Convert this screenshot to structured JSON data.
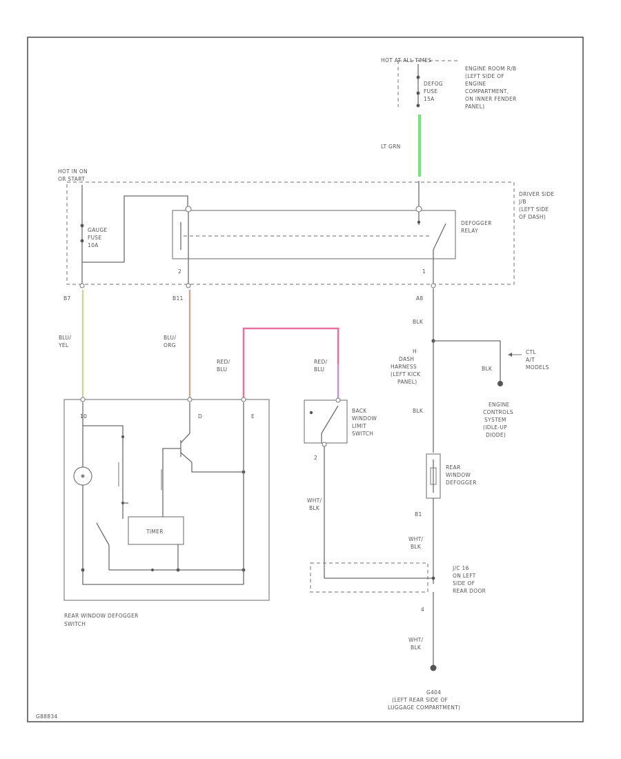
{
  "colors": {
    "lt_grn": "#6fe86f",
    "blu_yel": "#c8d890",
    "blu_org": "#c8aa98",
    "red_blu": "#e8709a",
    "red_blu_2": "#c890d8",
    "wire": "#6b6b6b"
  },
  "labels": {
    "hot_at_all_times": "HOT AT ALL TIMES",
    "defog_fuse": [
      "DEFOG",
      "FUSE",
      "15A"
    ],
    "engine_room_box": [
      "ENGINE ROOM R/B",
      "(LEFT SIDE OF",
      "ENGINE",
      "COMPARTMENT,",
      "ON INNER FENDER",
      "PANEL)"
    ],
    "lt_grn": "LT GRN",
    "hot_in_on": [
      "HOT IN ON",
      "OR START"
    ],
    "gauge_fuse": [
      "GAUGE",
      "FUSE",
      "10A"
    ],
    "defogger_relay": [
      "DEFOGGER",
      "RELAY"
    ],
    "driver_side_jb": [
      "DRIVER SIDE",
      "J/B",
      "(LEFT SIDE",
      "OF DASH)"
    ],
    "pin_2_relay": "2",
    "pin_1_relay": "1",
    "pin_b7": "B7",
    "pin_b11": "B11",
    "pin_a8": "A8",
    "blk_1": "BLK",
    "blu_yel": [
      "BLU/",
      "YEL"
    ],
    "blu_org": [
      "BLU/",
      "ORG"
    ],
    "red_blu_left": [
      "RED/",
      "BLU"
    ],
    "red_blu_right": [
      "RED/",
      "BLU"
    ],
    "dash_harness": [
      "DASH",
      "HARNESS",
      "(LEFT KICK",
      "PANEL)"
    ],
    "at_models": [
      "CTL",
      "A/T",
      "MODELS"
    ],
    "blk_branch": "BLK",
    "engine_controls": [
      "ENGINE",
      "CONTROLS",
      "SYSTEM",
      "(IDLE-UP",
      "DIODE)"
    ],
    "blk_2": "BLK",
    "rear_window_defogger": [
      "REAR",
      "WINDOW",
      "DEFOGGER"
    ],
    "back_window_switch": [
      "BACK",
      "WINDOW",
      "LIMIT",
      "SWITCH"
    ],
    "pin_10": "10",
    "pin_d": "D",
    "pin_e": "E",
    "pin_2_switch": "2",
    "timer": "TIMER",
    "wht_blk_1": [
      "WHT/",
      "BLK"
    ],
    "pin_b1": "B1",
    "wht_blk_2": [
      "WHT/",
      "BLK"
    ],
    "jc_connector": [
      "J/C 16",
      "ON LEFT",
      "SIDE OF",
      "REAR DOOR"
    ],
    "pin_4": "4",
    "wht_blk_3": [
      "WHT/",
      "BLK"
    ],
    "ground": [
      "G404",
      "(LEFT REAR SIDE OF",
      "LUGGAGE COMPARTMENT)"
    ],
    "switch_caption": [
      "REAR WINDOW DEFOGGER",
      "SWITCH"
    ],
    "diagram_id": "G88834"
  }
}
